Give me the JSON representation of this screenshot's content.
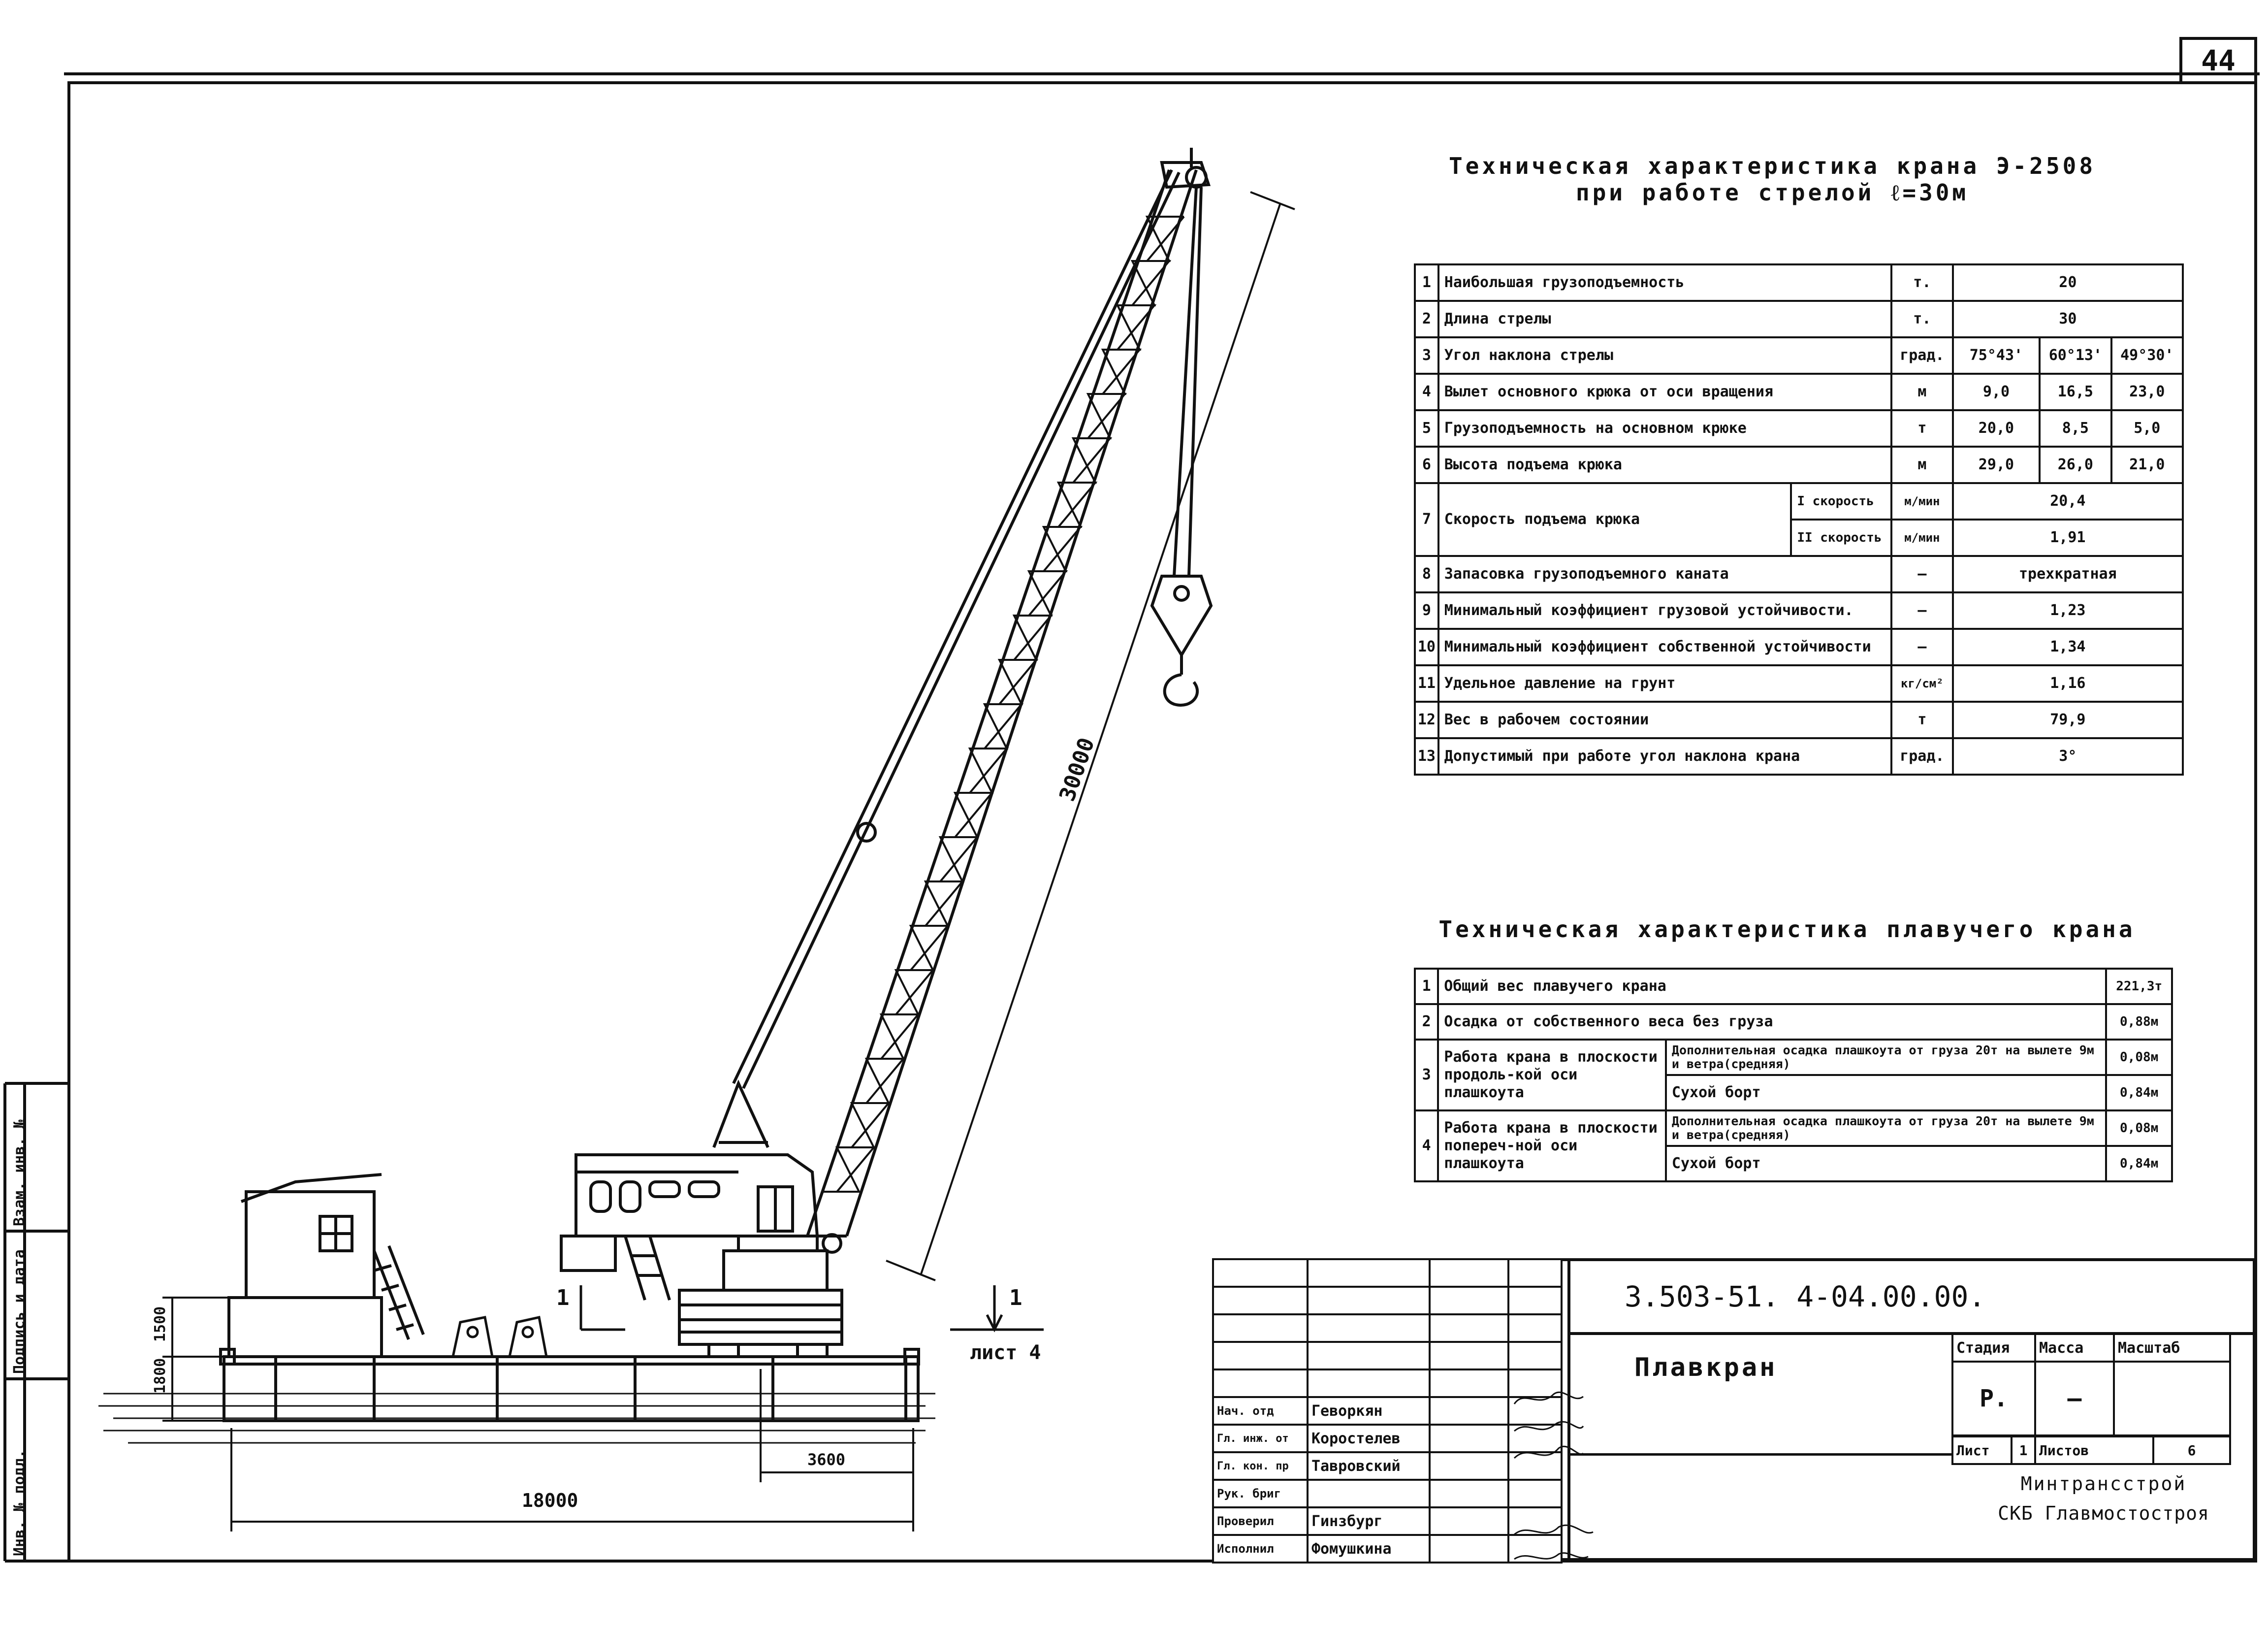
{
  "sheet_number": "44",
  "crane_spec": {
    "title_line1": "Техническая характеристика крана Э-2508",
    "title_line2": "при работе стрелой ℓ=30м",
    "rows": [
      {
        "n": "1",
        "name": "Наибольшая грузоподъемность",
        "unit": "т.",
        "values": [
          "20"
        ]
      },
      {
        "n": "2",
        "name": "Длина стрелы",
        "unit": "т.",
        "values": [
          "30"
        ]
      },
      {
        "n": "3",
        "name": "Угол наклона стрелы",
        "unit": "град.",
        "values": [
          "75°43'",
          "60°13'",
          "49°30'"
        ]
      },
      {
        "n": "4",
        "name": "Вылет основного крюка от оси вращения",
        "unit": "м",
        "values": [
          "9,0",
          "16,5",
          "23,0"
        ]
      },
      {
        "n": "5",
        "name": "Грузоподъемность на основном крюке",
        "unit": "т",
        "values": [
          "20,0",
          "8,5",
          "5,0"
        ]
      },
      {
        "n": "6",
        "name": "Высота подъема крюка",
        "unit": "м",
        "values": [
          "29,0",
          "26,0",
          "21,0"
        ]
      },
      {
        "n": "8",
        "name": "Запасовка грузоподъемного каната",
        "unit": "—",
        "values": [
          "трехкратная"
        ]
      },
      {
        "n": "9",
        "name": "Минимальный коэффициент грузовой устойчивости.",
        "unit": "—",
        "values": [
          "1,23"
        ]
      },
      {
        "n": "10",
        "name": "Минимальный коэффициент собственной устойчивости",
        "unit": "—",
        "values": [
          "1,34"
        ]
      },
      {
        "n": "11",
        "name": "Удельное давление на грунт",
        "unit": "кг/см²",
        "values": [
          "1,16"
        ]
      },
      {
        "n": "12",
        "name": "Вес в рабочем состоянии",
        "unit": "т",
        "values": [
          "79,9"
        ]
      },
      {
        "n": "13",
        "name": "Допустимый при работе угол наклона крана",
        "unit": "град.",
        "values": [
          "3°"
        ]
      }
    ],
    "speed_row": {
      "n": "7",
      "name": "Скорость подъема крюка",
      "sub": [
        {
          "label": "I скорость",
          "unit": "м/мин",
          "value": "20,4"
        },
        {
          "label": "II скорость",
          "unit": "м/мин",
          "value": "1,91"
        }
      ]
    }
  },
  "float_spec": {
    "title": "Техническая характеристика плавучего крана",
    "row1": {
      "n": "1",
      "name": "Общий вес плавучего крана",
      "value": "221,3т"
    },
    "row2": {
      "n": "2",
      "name": "Осадка от собственного веса без груза",
      "value": "0,88м"
    },
    "row3": {
      "n": "3",
      "name": "Работа крана в плоскости продоль-кой оси плашкоута",
      "a": "Дополнительная осадка плашкоута от груза 20т на вылете 9м и ветра(средняя)",
      "av": "0,08м",
      "b": "Сухой борт",
      "bv": "0,84м"
    },
    "row4": {
      "n": "4",
      "name": "Работа крана в плоскости попереч-ной оси плашкоута",
      "a": "Дополнительная осадка плашкоута от груза 20т на вылете 9м и ветра(средняя)",
      "av": "0,08м",
      "b": "Сухой борт",
      "bv": "0,84м"
    }
  },
  "drawing": {
    "dim_boom": "30000",
    "dim_length": "18000",
    "dim_offset": "3600",
    "dim_h1": "1800",
    "dim_h2": "1500",
    "section_mark": "1",
    "section_ref": "лист 4"
  },
  "stamp": {
    "code": "3.503-51. 4-04.00.00.",
    "name": "Плавкран",
    "hdr_stage": "Стадия",
    "hdr_mass": "Масса",
    "hdr_scale": "Масштаб",
    "stage": "Р.",
    "mass": "—",
    "sheet_label": "Лист",
    "sheet": "1",
    "sheets_label": "Листов",
    "sheets": "6",
    "org1": "Минтрансстрой",
    "org2": "СКБ Главмостостроя",
    "people": [
      {
        "role": "Нач. отд",
        "name": "Геворкян"
      },
      {
        "role": "Гл. инж. от",
        "name": "Коростелев"
      },
      {
        "role": "Гл. кон. пр",
        "name": "Тавровский"
      },
      {
        "role": "Рук. бриг",
        "name": ""
      },
      {
        "role": "Проверил",
        "name": "Гинзбург"
      },
      {
        "role": "Исполнил",
        "name": "Фомушкина"
      }
    ]
  },
  "side_labels": [
    "Инв. № подл.",
    "Подпись и дата",
    "Взам. инв. №"
  ]
}
